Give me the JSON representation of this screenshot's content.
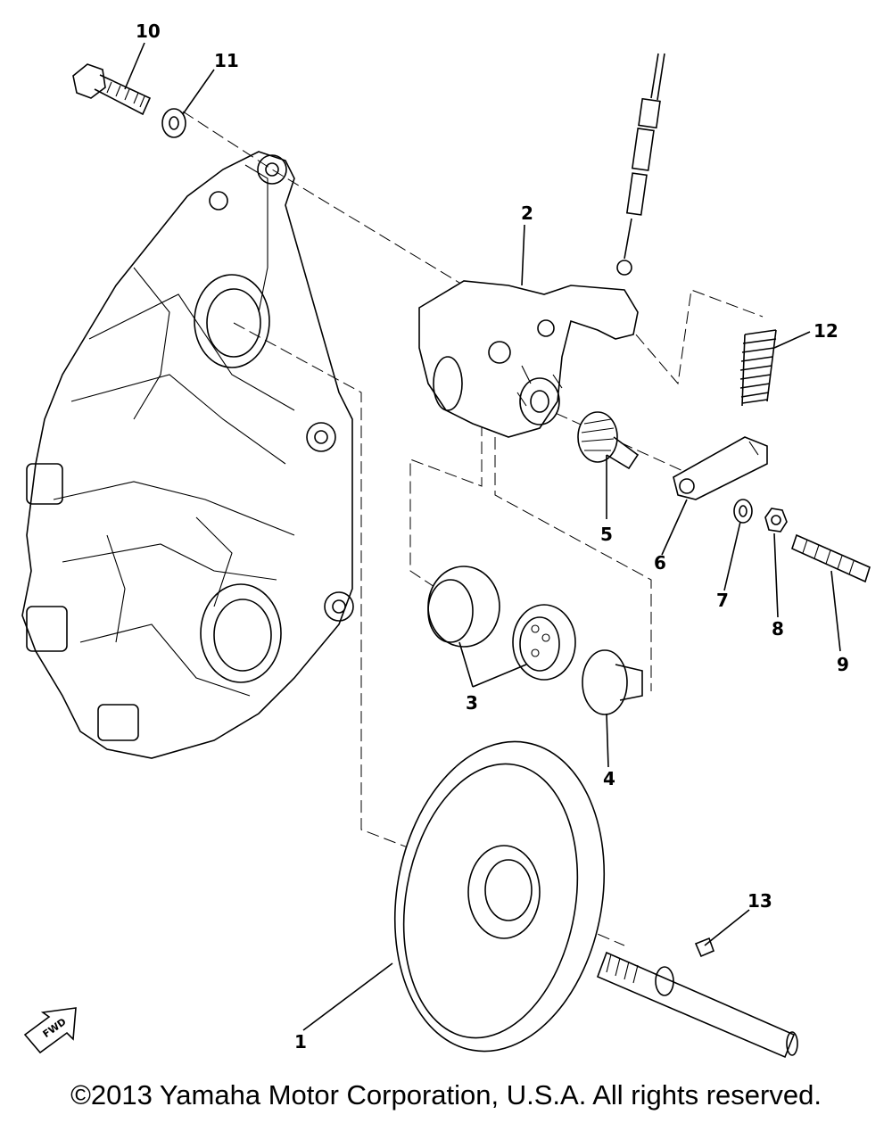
{
  "diagram": {
    "callouts": {
      "c1": "1",
      "c2": "2",
      "c3": "3",
      "c4": "4",
      "c5": "5",
      "c6": "6",
      "c7": "7",
      "c8": "8",
      "c9": "9",
      "c10": "10",
      "c11": "11",
      "c12": "12",
      "c13": "13"
    },
    "fwd_label": "FWD"
  },
  "footer": {
    "copyright": "©2013 Yamaha Motor Corporation, U.S.A. All rights reserved."
  }
}
